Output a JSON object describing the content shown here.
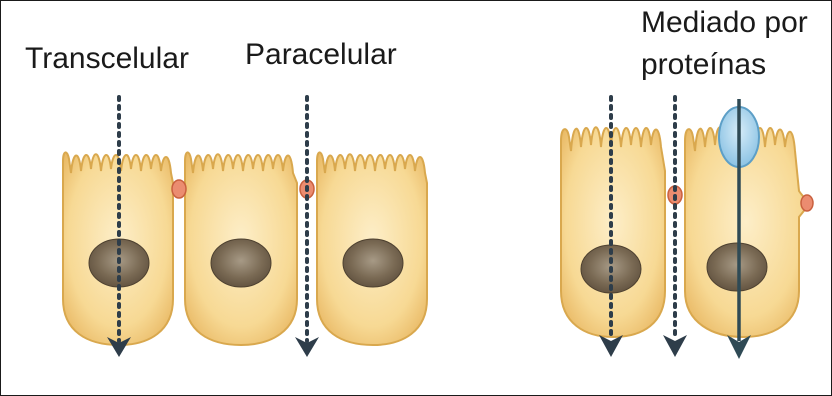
{
  "labels": {
    "transcelular": "Transcelular",
    "paracelular": "Paracelular",
    "mediado_line1": "Mediado por",
    "mediado_line2": "proteínas"
  },
  "colors": {
    "cell_fill": "#f6d89a",
    "cell_stroke": "#d9a84e",
    "nucleus": "#7a6a52",
    "junction": "#e8836a",
    "arrow_dotted": "#2e3d4a",
    "arrow_solid": "#2f4a55",
    "protein": "#a9d4ec"
  },
  "icons": [
    "dotted-down-arrow",
    "solid-down-arrow",
    "protein-channel"
  ]
}
